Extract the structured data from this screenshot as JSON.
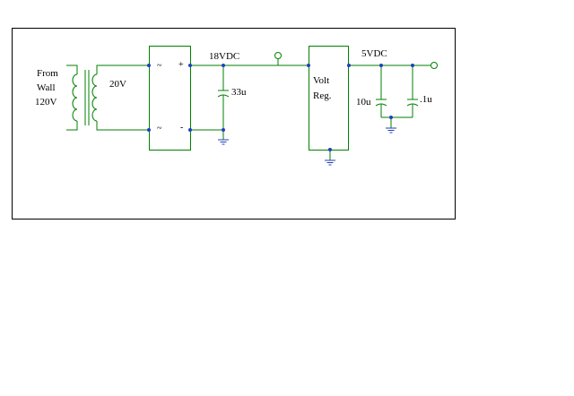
{
  "diagram": {
    "source_label": [
      "From",
      "Wall",
      "120V"
    ],
    "secondary_voltage": "20V",
    "rectifier": {
      "ac1": "~",
      "ac2": "~",
      "plus": "+",
      "minus": "-"
    },
    "rail_18v": "18VDC",
    "cap_bulk": "33u",
    "regulator": [
      "Volt",
      "Reg."
    ],
    "rail_5v": "5VDC",
    "cap_out1": "10u",
    "cap_out2": ".1u"
  },
  "colors": {
    "wire": "#008000",
    "node": "#1f3fbf",
    "frame": "#000000",
    "background": "#ffffff"
  }
}
